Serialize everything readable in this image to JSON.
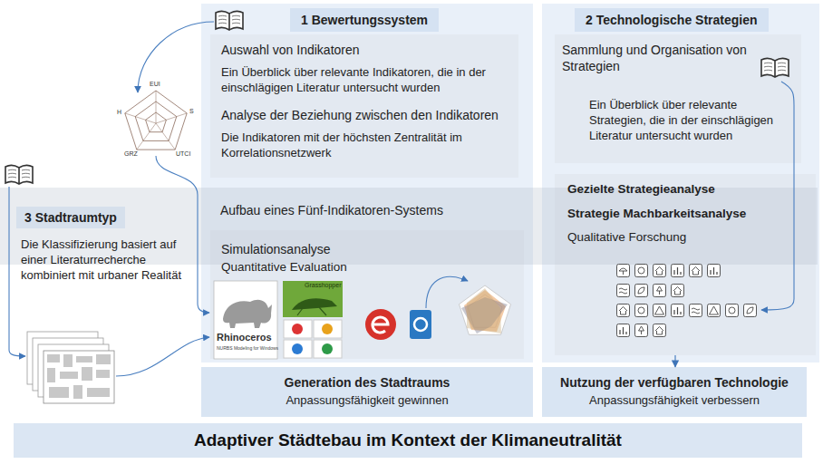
{
  "diagram": {
    "title": "Adaptiver Städtebau im Kontext der Klimaneutralität",
    "nodes": [
      {
        "text": [
          "1 Bewertungssystem"
        ]
      },
      {
        "text": [
          "Auswahl von Indikatoren",
          "Ein Überblick über relevante Indikatoren, die in der einschlägigen Literatur untersucht wurden",
          "Analyse der Beziehung zwischen den Indikatoren",
          "Die Indikatoren mit der höchsten Zentralität im Korrelationsnetzwerk"
        ],
        "in": 0
      },
      {
        "text": [
          "Simulationsanalyse",
          "Quantitative Evaluation"
        ],
        "in": 0
      },
      {
        "text": [
          "2 Technologische Strategien"
        ]
      },
      {
        "text": [
          "Sammlung und Organisation von Strategien",
          "Ein Überblick über relevante Strategien, die in der einschlägigen Literatur untersucht wurden"
        ],
        "in": 3
      },
      {
        "text": [
          "Gezielte Strategieanalyse",
          "Strategie Machbarkeitsanalyse",
          "Qualitative Forschung"
        ],
        "in": 3
      },
      {
        "text": [
          "3 Stadtraumtyp",
          "Die Klassifizierung basiert auf einer Literaturrecherche kombiniert mit urbaner Realität"
        ]
      },
      {
        "text": [
          "Generation des Stadtraums",
          "Anpassungsfähigkeit gewinnen"
        ]
      },
      {
        "text": [
          "Nutzung der verfügbaren Technologie",
          "Anpassungsfähigkeit verbessern"
        ]
      }
    ],
    "edges": [
      {
        "from": 5,
        "to": 8,
        "arrow": "to"
      }
    ],
    "labels": [
      "Aufbau eines Fünf-Indikatoren-Systems",
      "EUI",
      "S",
      "UTCI",
      "GRZ",
      "H",
      "Rhinoceros",
      "NURBS Modeling for Windows",
      "Grasshopper"
    ]
  }
}
